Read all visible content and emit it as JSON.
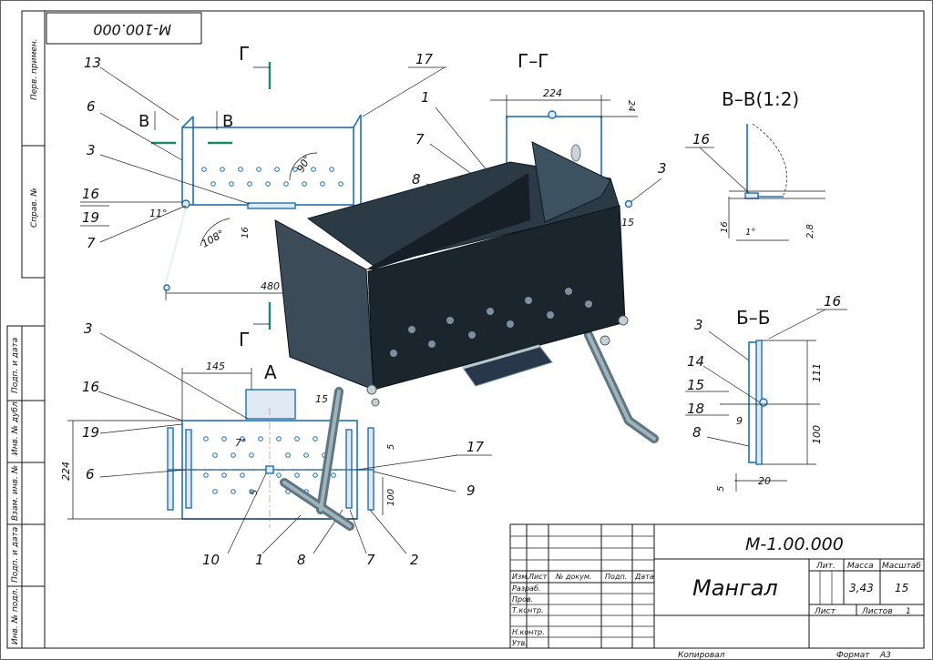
{
  "drawing": {
    "code": "М-1.00.000",
    "code_stamp": "М-100.000",
    "title": "Мангал",
    "mass": "3,43",
    "scale": "15",
    "sheet_label": "Лист",
    "sheets_label": "Листов",
    "sheets_count": "1",
    "format_label": "Формат",
    "format": "А3",
    "copied": "Копировал"
  },
  "title_block": {
    "lit": "Лит.",
    "massa": "Масса",
    "masshtab": "Масштаб",
    "cols": [
      "Изм.",
      "Лист",
      "№ докум.",
      "Подп.",
      "Дата"
    ],
    "rows": [
      "Разраб.",
      "Пров.",
      "Т.контр.",
      "Н.контр.",
      "Утв."
    ]
  },
  "side_strip": [
    "Перв. примен.",
    "Справ. №",
    "Подп. и дата",
    "Инв. № дубл.",
    "Взам. инв. №",
    "Подп. и дата",
    "Инв. № подл."
  ],
  "views": {
    "section_g": "Г–Г",
    "section_v": "В–В(1:2)",
    "section_b": "Б–Б",
    "view_a": "А",
    "cut_g": "Г",
    "cut_v": "В"
  },
  "dims": {
    "d224_top": "224",
    "d24": "24",
    "d15_right": "15",
    "d480": "480",
    "d16_left": "16",
    "d11": "11°",
    "d108": "108°",
    "d90": "90°",
    "d145": "145",
    "d15_a": "15",
    "d224_a": "224",
    "d7": "7°",
    "d5_a": "5",
    "d100_a": "100",
    "d5_r": "5",
    "d16_v": "16",
    "d1": "1°",
    "d28": "2,8",
    "d111": "111",
    "d100_b": "100",
    "d9": "9",
    "d20": "20",
    "d5_b": "5"
  },
  "callouts": {
    "c13": "13",
    "c6": "6",
    "c3": "3",
    "c16": "16",
    "c19": "19",
    "c7": "7",
    "c17": "17",
    "c1": "1",
    "c7g": "7",
    "c8": "8",
    "c3g": "3",
    "c3a": "3",
    "c16a": "16",
    "c19a": "19",
    "c6a": "6",
    "c17a": "17",
    "c9a": "9",
    "c10": "10",
    "c1a": "1",
    "c8a": "8",
    "c7a": "7",
    "c2a": "2",
    "c16v": "16",
    "c3b": "3",
    "c14": "14",
    "c15": "15",
    "c18": "18",
    "c8b": "8",
    "c16b": "16"
  }
}
